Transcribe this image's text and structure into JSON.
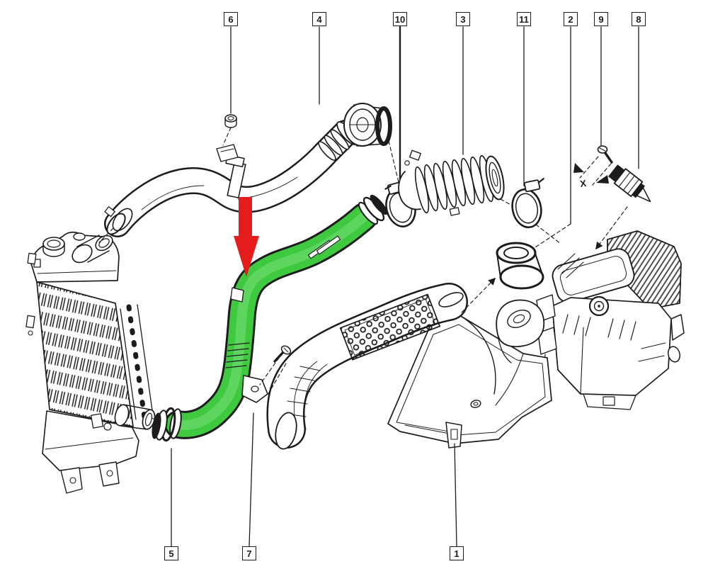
{
  "colors": {
    "background": "#ffffff",
    "line": "#1c1c1c",
    "highlight_green": "#3fc93f",
    "highlight_green_light": "#79df79",
    "arrow_red": "#e51c1c"
  },
  "callouts": {
    "c1": "1",
    "c2": "2",
    "c3": "3",
    "c4": "4",
    "c5": "5",
    "c6": "6",
    "c7": "7",
    "c8": "8",
    "c9": "9",
    "c10": "10",
    "c11": "11"
  },
  "markers": {
    "x": "X"
  }
}
